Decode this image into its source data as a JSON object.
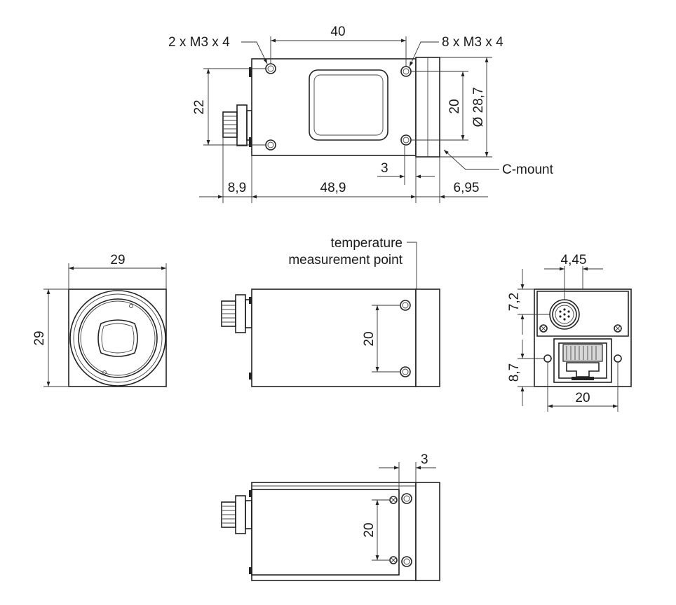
{
  "top_view": {
    "callout_left": "2 x M3 x 4",
    "callout_right": "8 x M3 x 4",
    "dim_width": "40",
    "dim_height": "22",
    "dim_lens": "20",
    "dim_diameter": "Ø 28,7",
    "dim_3": "3",
    "c_mount": "C-mount",
    "dim_connector": "8,9",
    "dim_body": "48,9",
    "dim_flange": "6,95"
  },
  "front_view": {
    "dim_width": "29",
    "dim_height": "29"
  },
  "side_view": {
    "temp_line1": "temperature",
    "temp_line2": "measurement point",
    "dim_holes": "20"
  },
  "rear_view": {
    "dim_offset": "4,45",
    "dim_upper": "7,2",
    "dim_lower": "8,7",
    "dim_width": "20"
  },
  "bottom_view": {
    "dim_3": "3",
    "dim_holes": "20"
  }
}
